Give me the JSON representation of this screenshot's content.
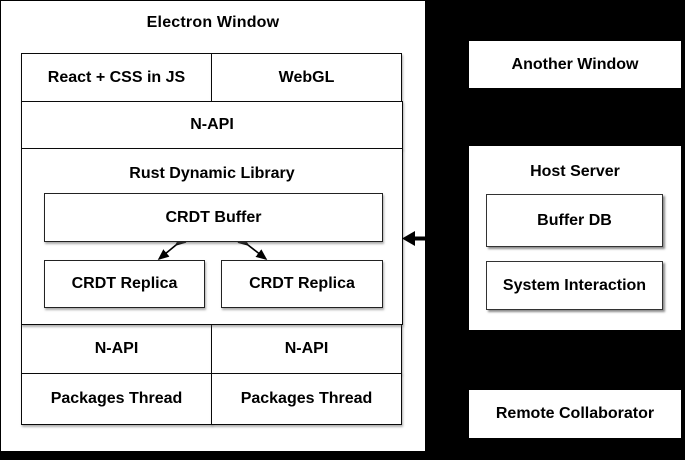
{
  "colors": {
    "background": "#000000",
    "box_fill": "#ffffff",
    "border": "#0a0a0a",
    "text": "#000000"
  },
  "electron_window": {
    "title": "Electron Window",
    "top_row": {
      "left": "React + CSS in JS",
      "right": "WebGL"
    },
    "napi_full": "N-API",
    "rust_library": {
      "title": "Rust Dynamic Library",
      "buffer": "CRDT Buffer",
      "replicas": [
        "CRDT Replica",
        "CRDT Replica"
      ]
    },
    "napi_row": [
      "N-API",
      "N-API"
    ],
    "threads_row": [
      "Packages Thread",
      "Packages Thread"
    ]
  },
  "right_panel": {
    "another_window": "Another Window",
    "host_server": {
      "title": "Host Server",
      "items": [
        "Buffer DB",
        "System Interaction"
      ]
    },
    "remote_collaborator": "Remote Collaborator"
  },
  "icons": {
    "incoming_arrow": "left-arrow",
    "sync_arrows": "double-headed-arrow"
  }
}
